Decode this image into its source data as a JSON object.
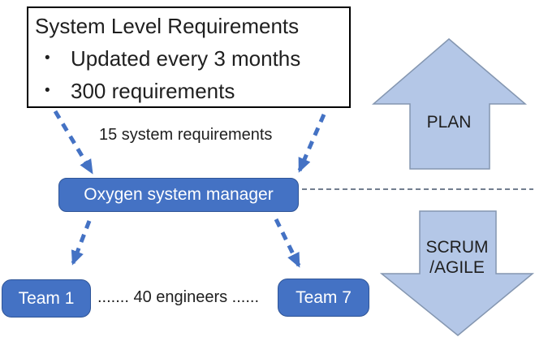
{
  "colors": {
    "box_blue": "#4472C4",
    "box_blue_border": "#2F5597",
    "big_arrow_fill": "#B4C7E7",
    "big_arrow_border": "#8496B0",
    "dashed_arrow_blue": "#4472C4",
    "divider_dash": "#44546A",
    "text_dark": "#1F1F1F",
    "text_white": "#FFFFFF"
  },
  "requirements_box": {
    "title": "System Level Requirements",
    "bullet_glyph": "•",
    "bullets": [
      "Updated every 3 months",
      "300 requirements"
    ]
  },
  "flow": {
    "mid_label": "15 system requirements",
    "manager_label": "Oxygen system manager",
    "team_left": "Team 1",
    "teams_between": ".......  40 engineers ......",
    "team_right": "Team 7"
  },
  "cycle": {
    "plan_label": "PLAN",
    "scrum_label_line1": "SCRUM",
    "scrum_label_line2": "/AGILE"
  }
}
